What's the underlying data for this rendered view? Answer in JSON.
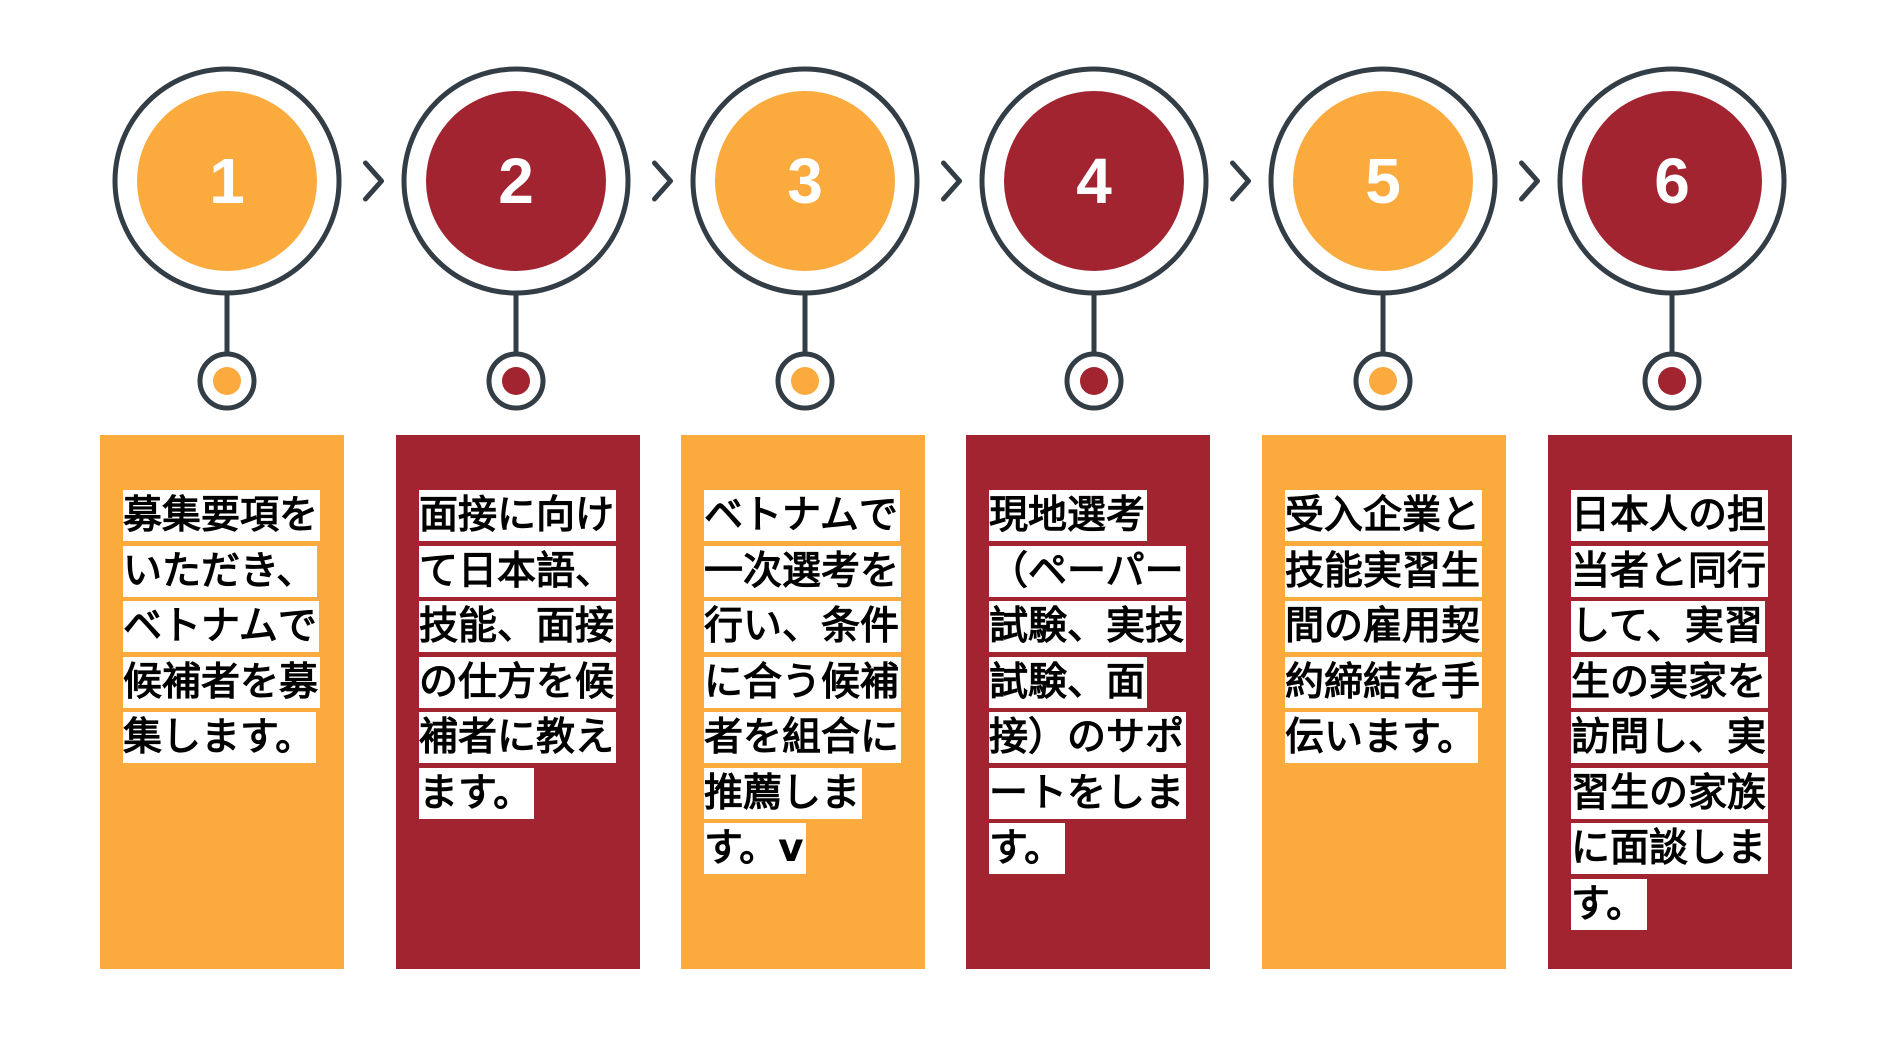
{
  "colors": {
    "orange": "#FBAA3E",
    "red": "#A12430",
    "outline": "#333D45",
    "white": "#FFFFFF"
  },
  "steps": [
    {
      "number": "1",
      "color": "orange",
      "lines": [
        "募集要項を",
        "いただき、",
        "ベトナムで",
        "候補者を募",
        "集します。"
      ]
    },
    {
      "number": "2",
      "color": "red",
      "lines": [
        "面接に向け",
        "て日本語、",
        "技能、面接",
        "の仕方を候",
        "補者に教え",
        "ます。"
      ]
    },
    {
      "number": "3",
      "color": "orange",
      "lines": [
        "ベトナムで",
        "一次選考を",
        "行い、条件",
        "に合う候補",
        "者を組合に",
        "推薦しま",
        "す。v"
      ]
    },
    {
      "number": "4",
      "color": "red",
      "lines": [
        "現地選考",
        "（ペーパー",
        "試験、実技",
        "試験、面",
        "接）のサポ",
        "ートをしま",
        "す。"
      ]
    },
    {
      "number": "5",
      "color": "orange",
      "lines": [
        "受入企業と",
        "技能実習生",
        "間の雇用契",
        "約締結を手",
        "伝います。"
      ]
    },
    {
      "number": "6",
      "color": "red",
      "lines": [
        "日本人の担",
        "当者と同行",
        "して、実習",
        "生の実家を",
        "訪問し、実",
        "習生の家族",
        "に面談しま",
        "す。"
      ]
    }
  ]
}
